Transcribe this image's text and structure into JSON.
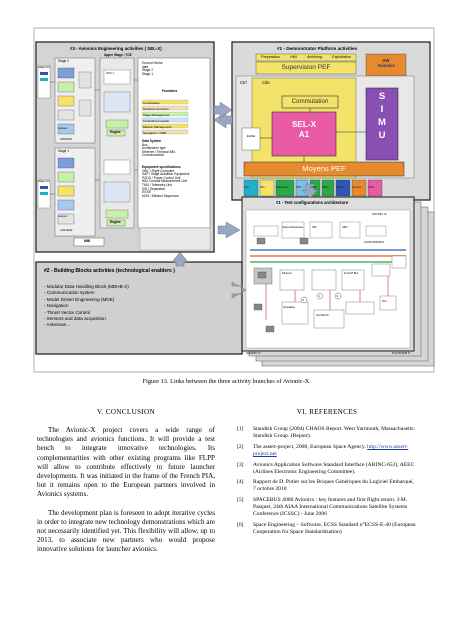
{
  "figure": {
    "panel1": {
      "title": "#3 - Avionics Engineering activities  ( SEL-X)",
      "ground_sector": "Ground Sector\ndata\nStage 2\nStage 1",
      "stage2": "Stage 2",
      "stage1": "Stage 1",
      "upper_stage": "Upper Stage / TCE",
      "functions_title": "Functions",
      "functions": [
        "Coordination",
        "Guidance functions",
        "Stage Management",
        "Control/Commande",
        "Mission Management",
        "Navigation / ORB"
      ],
      "data_systems_title": "Data System",
      "data_systems": [
        "Bus",
        "Architecture type",
        "Ethernet / Terminal IMA",
        "Communication"
      ],
      "equipment_title": "Equipment specifications",
      "equipment": [
        "OBC / Flight Computer",
        "SAP / Stage Actuation Equipment",
        "PCDU / Power Control Unit",
        "IMU / Inertial Measurement Unit",
        "TMU / Telemetry Unit",
        "SIS / Separation",
        "EGSE",
        "MOS / Mission Sequencer"
      ],
      "engine": "Engine",
      "mmi": "MMI",
      "left_labels": [
        "Stage Ctrl",
        "Stage Ctrl",
        "Lanceur",
        "Lanceur",
        "GDU 1",
        "UPDOWN",
        "LANCEUR"
      ]
    },
    "panel2": {
      "title": "#1 - Demonstrator Platform activities",
      "tabs": [
        "Preparation",
        "HMI",
        "Archiving",
        "Exploitation"
      ],
      "hw_box": "HW\nAvionics",
      "supervision": "Supervision PEF",
      "ctrl": "Ctrl",
      "cde": "Cde",
      "commutation": "Commutation",
      "selx": "SEL-X\nA1",
      "simu": "S\nI\nM\nU",
      "egse": "EGSE",
      "moyens": "Moyens PEF",
      "bottom_row": [
        "Pyro",
        "Stim.",
        "Modèle Dyn",
        "PSS",
        "CNES",
        "Bancs",
        "Autres",
        "Services",
        "Outils"
      ]
    },
    "panel3": {
      "title": "#1 - Test configurations architecture",
      "labels": [
        "AVIONIC IF",
        "Ethernet/Spacewire",
        "PLATFORM BUS",
        "IMA",
        "OBC",
        "Ethernet",
        "FLIGHT Bus",
        "Simulation",
        "Test Bench",
        "Sim",
        "AVIONIC IT",
        "PLATFORM IT"
      ],
      "numbers": [
        "1",
        "2",
        "3"
      ]
    },
    "panel4": {
      "title": "#2 - Building Blocks activities  (technological enablers )",
      "items": [
        "- Modular Data Handling Block  (MDHB-X)",
        "- Communication system",
        "- Model Driven Engineering  (MDE)",
        "- Navigation",
        "- Thrust Vector Control",
        "- Sensors and data acquisition",
        "- Antennas…"
      ]
    }
  },
  "caption": "Figure 13.  Links between the three activity branches of Avionic-X",
  "conclusion": {
    "title": "V.  CONCLUSION",
    "paragraphs": [
      "The Avionic-X project covers a wide range of technologies and avionics functions. It will provide a test bench to integrate innovative technologies. Its complementarities with other existing programs like FLPP will allow to contribute effectively to future launcher developments. It was initiated in the frame of the French PIA, but it remains open to the European partners involved in Avionics systems.",
      "The development plan is foreseen to adopt iterative cycles in order to integrate new technology demonstrations which are not necessarily identified yet. This flexibility will allow, up to 2013, to associate new partners who would propose innovative solutions for launcher avionics."
    ]
  },
  "references": {
    "title": "VI.  REFERENCES",
    "items": [
      {
        "num": "[1]",
        "pre": "Standish Group (2004) CHAOS Report. West Yarmouth, Massachusetts: Standish Group. (Report).",
        "link": "",
        "post": ""
      },
      {
        "num": "[2]",
        "pre": "The assert-project, 2008, European Space Agency.  ",
        "link": "http://www.assert-project.net",
        "post": ""
      },
      {
        "num": "[3]",
        "pre": "Avionics Application Software Standard Interface (ARINC-653), AEEC (Airlines Electronic Engineering Committee).",
        "link": "",
        "post": ""
      },
      {
        "num": "[4]",
        "pre": "Rapport de D. Potier sur les Briques Génériques du Logiciel Embarqué, 7 octobre 2010",
        "link": "",
        "post": ""
      },
      {
        "num": "[5]",
        "pre": "SPACEBUS 4000 Avionics : key features and first flight return. J-M. Pasquet, 24th AIAA International Communications Satellite Systems Conference (ICSSC) - June 2006",
        "link": "",
        "post": ""
      },
      {
        "num": "[6]",
        "pre": "Space Engineering – Software, ECSS Standard n°ECSS-E-40 (European Cooperation for Space Standardization)",
        "link": "",
        "post": ""
      }
    ]
  },
  "colors": {
    "panel_bg": "#d9d9d9",
    "panel_border": "#8a8a8a",
    "blue_bar": "#2d57b3",
    "yellow": "#f3e36a",
    "green_tab": "#2aa84a",
    "orange": "#e58a2e",
    "pink": "#e85aa4",
    "purple": "#8a4fb3",
    "cyan": "#20b0c8",
    "light_green": "#c8f0a8"
  }
}
